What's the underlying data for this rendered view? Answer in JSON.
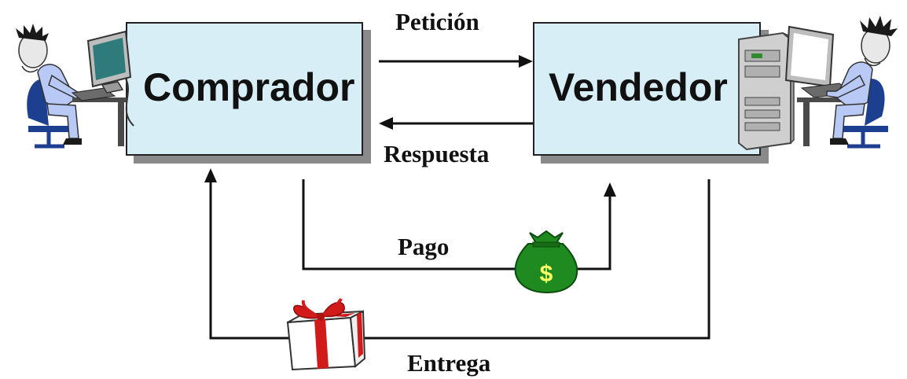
{
  "nodes": {
    "buyer": {
      "label": "Comprador"
    },
    "seller": {
      "label": "Vendedor"
    }
  },
  "edges": {
    "request": {
      "label": "Petición"
    },
    "response": {
      "label": "Respuesta"
    },
    "payment": {
      "label": "Pago"
    },
    "delivery": {
      "label": "Entrega"
    }
  },
  "icons": {
    "buyer_user": "person-at-computer-icon",
    "seller_user": "person-at-server-icon",
    "money": "money-bag-icon",
    "gift": "gift-box-icon"
  },
  "colors": {
    "box_fill": "#d7eef7",
    "money_bag": "#1f8a1f",
    "gift_ribbon": "#d11a1a"
  }
}
